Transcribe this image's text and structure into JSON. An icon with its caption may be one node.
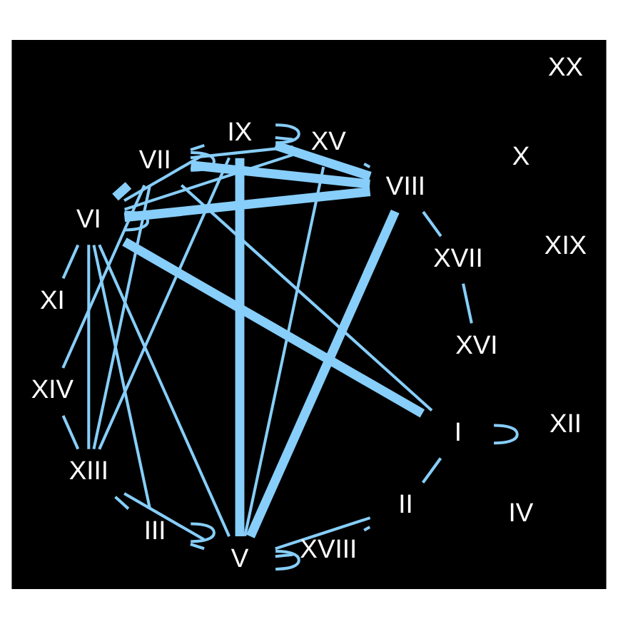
{
  "diagram": {
    "nodes": [
      {
        "text": [
          "I"
        ]
      },
      {
        "text": [
          "II"
        ]
      },
      {
        "text": [
          "III"
        ]
      },
      {
        "text": [
          "IV"
        ]
      },
      {
        "text": [
          "IX"
        ]
      },
      {
        "text": [
          "V"
        ]
      },
      {
        "text": [
          "VI"
        ]
      },
      {
        "text": [
          "VII"
        ]
      },
      {
        "text": [
          "VIII"
        ]
      },
      {
        "text": [
          "X"
        ]
      },
      {
        "text": [
          "XI"
        ]
      },
      {
        "text": [
          "XII"
        ]
      },
      {
        "text": [
          "XIII"
        ]
      },
      {
        "text": [
          "XIV"
        ]
      },
      {
        "text": [
          "XIX"
        ]
      },
      {
        "text": [
          "XV"
        ]
      },
      {
        "text": [
          "XVI"
        ]
      },
      {
        "text": [
          "XVII"
        ]
      },
      {
        "text": [
          "XVIII"
        ]
      },
      {
        "text": [
          "XX"
        ]
      }
    ],
    "edges": [
      {
        "from": 0,
        "to": 0,
        "arrow": "none"
      },
      {
        "from": 0,
        "to": 1,
        "arrow": "none"
      },
      {
        "from": 0,
        "to": 6,
        "arrow": "none",
        "style": "thick"
      },
      {
        "from": 0,
        "to": 7,
        "arrow": "none"
      },
      {
        "from": 1,
        "to": 5,
        "arrow": "none"
      },
      {
        "from": 1,
        "to": 18,
        "arrow": "none"
      },
      {
        "from": 2,
        "to": 2,
        "arrow": "none"
      },
      {
        "from": 2,
        "to": 5,
        "arrow": "none"
      },
      {
        "from": 2,
        "to": 6,
        "arrow": "none"
      },
      {
        "from": 2,
        "to": 12,
        "arrow": "none"
      },
      {
        "from": 4,
        "to": 4,
        "arrow": "none"
      },
      {
        "from": 4,
        "to": 5,
        "arrow": "none",
        "style": "thick"
      },
      {
        "from": 4,
        "to": 6,
        "arrow": "none"
      },
      {
        "from": 4,
        "to": 7,
        "arrow": "none"
      },
      {
        "from": 4,
        "to": 8,
        "arrow": "none",
        "style": "thick"
      },
      {
        "from": 4,
        "to": 12,
        "arrow": "none"
      },
      {
        "from": 4,
        "to": 15,
        "arrow": "none"
      },
      {
        "from": 5,
        "to": 5,
        "arrow": "none"
      },
      {
        "from": 5,
        "to": 6,
        "arrow": "none"
      },
      {
        "from": 5,
        "to": 8,
        "arrow": "none",
        "style": "thick"
      },
      {
        "from": 5,
        "to": 12,
        "arrow": "none"
      },
      {
        "from": 5,
        "to": 15,
        "arrow": "none"
      },
      {
        "from": 5,
        "to": 18,
        "arrow": "none"
      },
      {
        "from": 6,
        "to": 6,
        "arrow": "none"
      },
      {
        "from": 6,
        "to": 7,
        "arrow": "none",
        "style": "thick"
      },
      {
        "from": 6,
        "to": 8,
        "arrow": "none",
        "style": "thick"
      },
      {
        "from": 6,
        "to": 10,
        "arrow": "none"
      },
      {
        "from": 6,
        "to": 12,
        "arrow": "none"
      },
      {
        "from": 6,
        "to": 15,
        "arrow": "none"
      },
      {
        "from": 7,
        "to": 7,
        "arrow": "none"
      },
      {
        "from": 7,
        "to": 8,
        "arrow": "none",
        "style": "thick"
      },
      {
        "from": 7,
        "to": 12,
        "arrow": "none"
      },
      {
        "from": 7,
        "to": 13,
        "arrow": "none"
      },
      {
        "from": 7,
        "to": 15,
        "arrow": "none"
      },
      {
        "from": 8,
        "to": 15,
        "arrow": "none"
      },
      {
        "from": 8,
        "to": 17,
        "arrow": "none"
      },
      {
        "from": 12,
        "to": 13,
        "arrow": "none"
      },
      {
        "from": 16,
        "to": 17,
        "arrow": "none"
      }
    ]
  }
}
